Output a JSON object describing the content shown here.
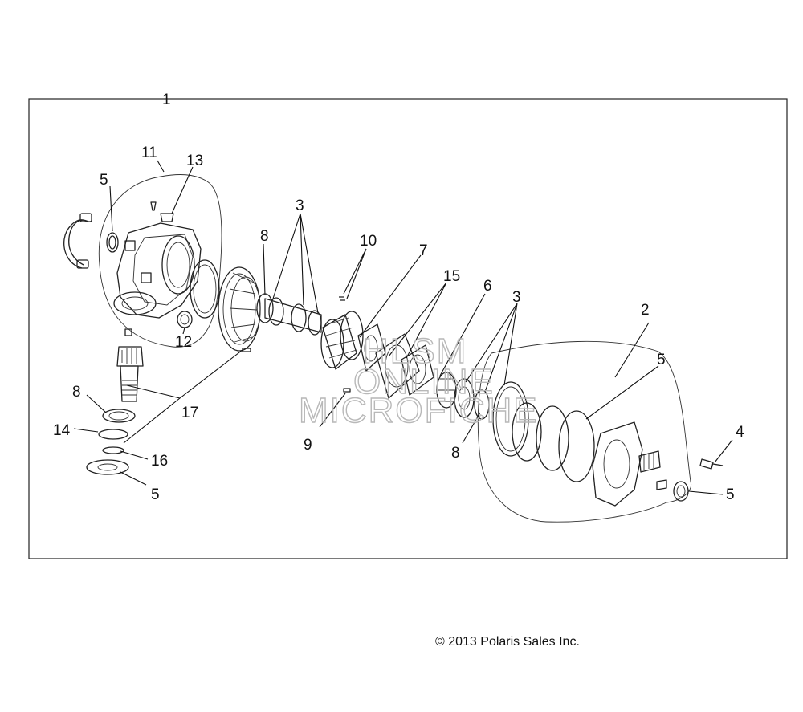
{
  "callouts": {
    "c1": "1",
    "c2": "2",
    "c3a": "3",
    "c3b": "3",
    "c4": "4",
    "c5a": "5",
    "c5b": "5",
    "c5c": "5",
    "c5d": "5",
    "c6": "6",
    "c7": "7",
    "c8a": "8",
    "c8b": "8",
    "c8c": "8",
    "c9": "9",
    "c10": "10",
    "c11": "11",
    "c12": "12",
    "c13": "13",
    "c14": "14",
    "c15": "15",
    "c16": "16",
    "c17": "17"
  },
  "copyright": "© 2013 Polaris Sales Inc.",
  "watermark": {
    "line1": "HLSM",
    "line2": "ONLINE",
    "line3": "MICROFICHE"
  },
  "colors": {
    "ink": "#222222",
    "watermark": "#b8b8b8"
  }
}
